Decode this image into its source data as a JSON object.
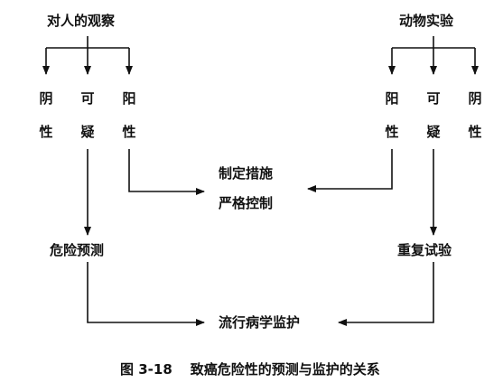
{
  "colors": {
    "line": "#111111",
    "background": "#ffffff"
  },
  "left_source": "对人的观察",
  "right_source": "动物实验",
  "left_outcomes": [
    {
      "top": "阴",
      "bottom": "性"
    },
    {
      "top": "可",
      "bottom": "疑"
    },
    {
      "top": "阳",
      "bottom": "性"
    }
  ],
  "right_outcomes": [
    {
      "top": "阳",
      "bottom": "性"
    },
    {
      "top": "可",
      "bottom": "疑"
    },
    {
      "top": "阴",
      "bottom": "性"
    }
  ],
  "center_box": {
    "line1": "制定措施",
    "line2": "严格控制"
  },
  "left_result": "危险预测",
  "right_result": "重复试验",
  "bottom_target": "流行病学监护",
  "caption": {
    "number": "图 3-18",
    "text": "致癌危险性的预测与监护的关系"
  }
}
